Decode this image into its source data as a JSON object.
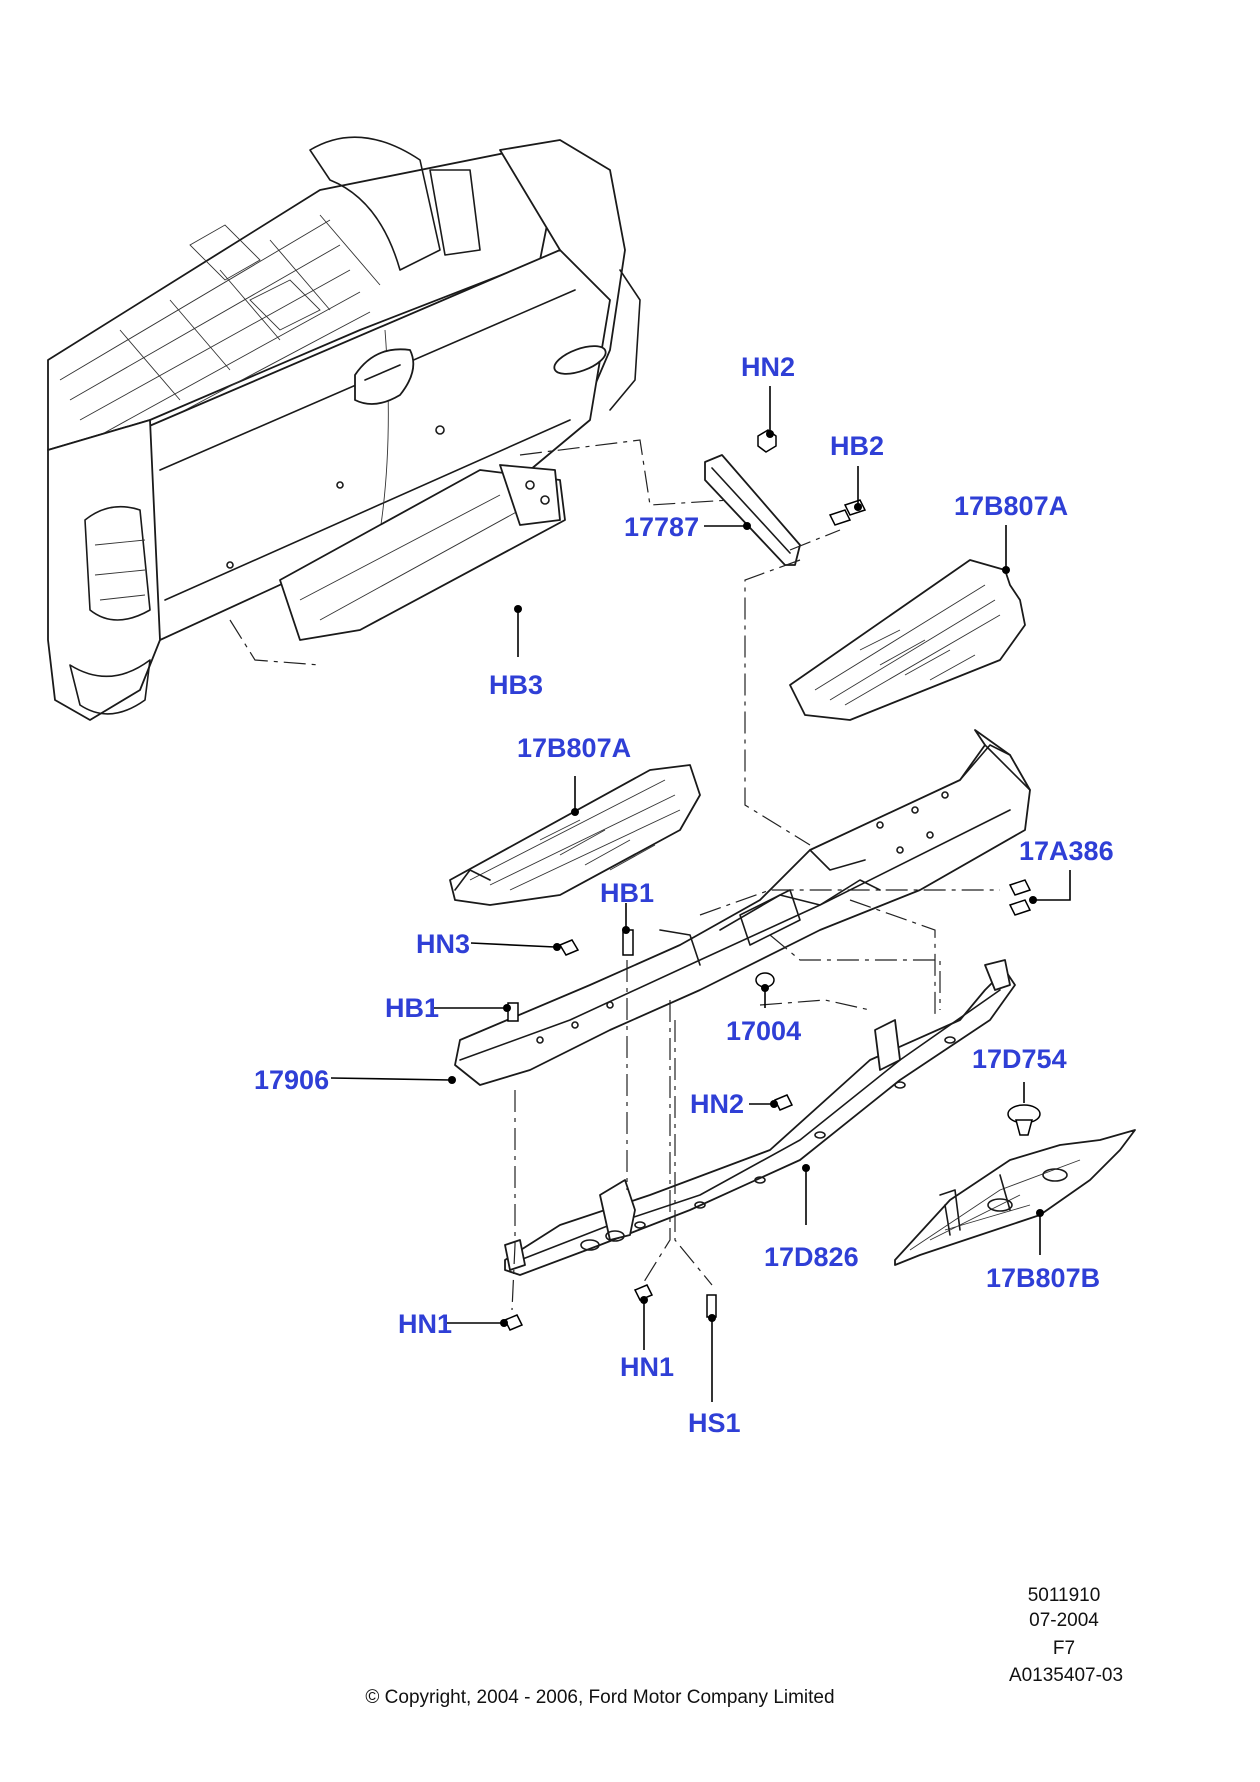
{
  "callouts": {
    "hn2_top": "HN2",
    "hb2": "HB2",
    "p17787": "17787",
    "p17b807a_right": "17B807A",
    "hb3": "HB3",
    "p17b807a_left": "17B807A",
    "p17a386": "17A386",
    "hb1_upper": "HB1",
    "hn3": "HN3",
    "p17004": "17004",
    "hb1_lower": "HB1",
    "p17906": "17906",
    "hn2_lower": "HN2",
    "p17d754": "17D754",
    "p17d826": "17D826",
    "p17b807b": "17B807B",
    "hn1_left": "HN1",
    "hn1_center": "HN1",
    "hs1": "HS1"
  },
  "footer": {
    "illustration_number": "5011910",
    "date": "07-2004",
    "page_code": "F7",
    "reference": "A0135407-03",
    "copyright": "© Copyright, 2004 - 2006, Ford Motor Company Limited"
  },
  "colors": {
    "callout_text": "#2f3fd6",
    "line_art": "#1a1a1a",
    "background": "#ffffff"
  }
}
